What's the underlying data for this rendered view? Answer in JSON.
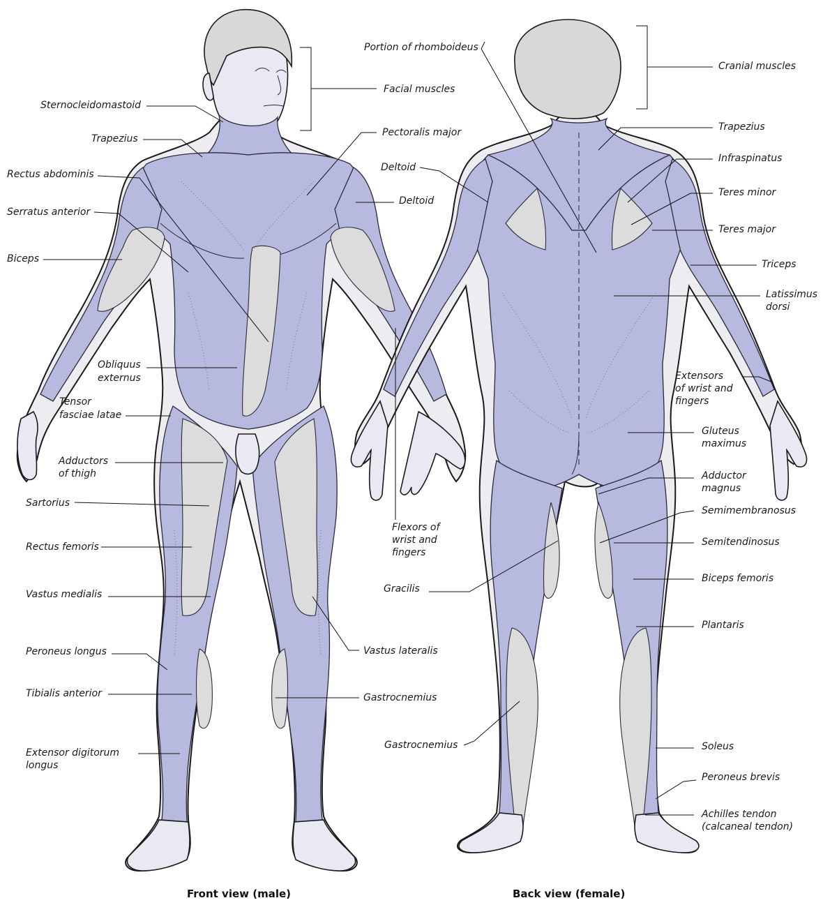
{
  "captions": {
    "front": "Front view (male)",
    "back": "Back view (female)"
  },
  "front_labels": {
    "facial_muscles": "Facial muscles",
    "sternocleidomastoid": "Sternocleidomastoid",
    "trapezius": "Trapezius",
    "pectoralis_major": "Pectoralis major",
    "rectus_abdominis": "Rectus abdominis",
    "deltoid": "Deltoid",
    "serratus_anterior": "Serratus anterior",
    "biceps": "Biceps",
    "obliquus_externus": [
      "Obliquus",
      "externus"
    ],
    "tensor_fasciae_latae": [
      "Tensor",
      "fasciae latae"
    ],
    "adductors_of_thigh": [
      "Adductors",
      "of thigh"
    ],
    "sartorius": "Sartorius",
    "rectus_femoris": "Rectus femoris",
    "vastus_medialis": "Vastus medialis",
    "peroneus_longus": "Peroneus longus",
    "tibialis_anterior": "Tibialis anterior",
    "extensor_digitorum_longus": [
      "Extensor digitorum",
      "longus"
    ],
    "vastus_lateralis": "Vastus lateralis",
    "gastrocnemius": "Gastrocnemius",
    "flexors_of_wrist": [
      "Flexors of",
      "wrist and",
      "fingers"
    ]
  },
  "back_labels": {
    "portion_of_rhomboideus": "Portion of rhomboideus",
    "cranial_muscles": "Cranial muscles",
    "trapezius": "Trapezius",
    "deltoid": "Deltoid",
    "infraspinatus": "Infraspinatus",
    "teres_minor": "Teres minor",
    "teres_major": "Teres major",
    "triceps": "Triceps",
    "latissimus_dorsi": [
      "Latissimus",
      "dorsi"
    ],
    "extensors_of_wrist": [
      "Extensors",
      "of wrist and",
      "fingers"
    ],
    "gluteus_maximus": [
      "Gluteus",
      "maximus"
    ],
    "adductor_magnus": [
      "Adductor",
      "magnus"
    ],
    "semimembranosus": "Semimembranosus",
    "semitendinosus": "Semitendinosus",
    "biceps_femoris": "Biceps femoris",
    "gracilis": "Gracilis",
    "plantaris": "Plantaris",
    "gastrocnemius": "Gastrocnemius",
    "soleus": "Soleus",
    "peroneus_brevis": "Peroneus brevis",
    "achilles_tendon": [
      "Achilles tendon",
      "(calcaneal tendon)"
    ]
  },
  "colors": {
    "muscle": "#b7b9de",
    "skin": "#e9e9f3",
    "tendon": "#dcdcdc",
    "hair": "#d8d8d8"
  }
}
